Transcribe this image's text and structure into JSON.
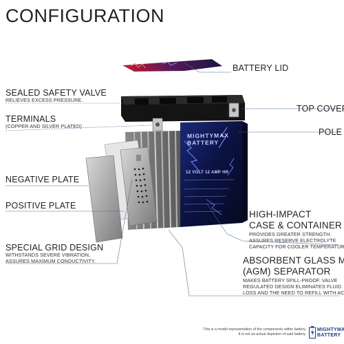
{
  "title": "CONFIGURATION",
  "components": {
    "battery_lid": {
      "label": "BATTERY LID"
    },
    "sealed_safety_valve": {
      "label": "SEALED SAFETY VALVE",
      "desc": "RELIEVES EXCESS PRESSURE."
    },
    "terminals": {
      "label": "TERMINALS",
      "desc": "(COPPER AND SILVER PLATED)"
    },
    "top_cover": {
      "label": "TOP COVER"
    },
    "pole": {
      "label": "POLE"
    },
    "negative_plate": {
      "label": "NEGATIVE PLATE"
    },
    "positive_plate": {
      "label": "POSITIVE PLATE"
    },
    "high_impact_case": {
      "label_line1": "HIGH-IMPACT",
      "label_line2": "CASE & CONTAINER",
      "desc_line1": "PROVIDES GREATER STRENGTH.",
      "desc_line2": "ASSURES RESERVE ELECTROLYTE",
      "desc_line3": "CAPACITY FOR COOLER TEMPERATURES."
    },
    "special_grid_design": {
      "label": "SPECIAL GRID DESIGN",
      "desc_line1": "WITHSTANDS SEVERE VIBRATION,",
      "desc_line2": "ASSURES MAXIMUM CONDUCTIVITY."
    },
    "agm_separator": {
      "label_line1": "ABSORBENT GLASS MAT",
      "label_line2": "(AGM) SEPARATOR",
      "desc_line1": "MAKES BATTERY SPILL-PROOF. VALVE",
      "desc_line2": "REGULATED DESIGN ELIMINATES FLUID",
      "desc_line3": "LOSS AND THE NEED TO REFILL WITH ACID."
    }
  },
  "battery_label": {
    "brand_line1": "MIGHTYMAX",
    "brand_line2": "BATTERY",
    "spec": "12 VOLT 12 AMP HR"
  },
  "footer": {
    "line1": "This is a model representation of the components within battery.",
    "line2": "It is not an actual depiction of said battery."
  },
  "logo": {
    "line1": "MIGHTYMAX",
    "line2": "BATTERY"
  },
  "colors": {
    "case_dark": "#0b1033",
    "lightning": "#5a6cff",
    "lid_red": "#d21a2a",
    "leader_line": "#4a6fa0",
    "plate_gray": "#9a9a9a"
  }
}
